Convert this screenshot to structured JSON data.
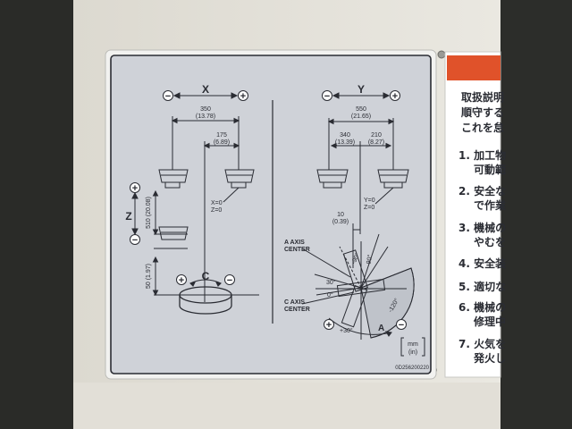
{
  "colors": {
    "panel": "#e6e4dc",
    "plate": "#cfd2d8",
    "plate_frame": "#ffffff",
    "ink": "#2a2c33",
    "warning_orange": "#e0522a"
  },
  "x_axis": {
    "label": "X",
    "minus": "−",
    "plus": "+",
    "dim_350_mm": "350",
    "dim_350_in": "(13.78)",
    "dim_175_mm": "175",
    "dim_175_in": "(6.89)",
    "zero_x": "X=0",
    "zero_z": "Z=0"
  },
  "z_axis": {
    "label": "Z",
    "plus": "+",
    "minus": "−",
    "dim_510": "510 (20.08)",
    "dim_50": "50 (1.97)"
  },
  "c_axis": {
    "label": "C",
    "plus": "+",
    "minus": "−"
  },
  "y_axis": {
    "label": "Y",
    "minus": "−",
    "plus": "+",
    "dim_550_mm": "550",
    "dim_550_in": "(21.65)",
    "dim_340_mm": "340",
    "dim_340_in": "(13.39)",
    "dim_210_mm": "210",
    "dim_210_in": "(8.27)",
    "zero_y": "Y=0",
    "zero_z": "Z=0",
    "dim_10_mm": "10",
    "dim_10_in": "(0.39)"
  },
  "a_axis": {
    "center_label_1": "A AXIS",
    "center_label_2": "CENTER",
    "c_center_1": "C AXIS",
    "c_center_2": "CENTER",
    "angle_30a": "30°",
    "angle_0": "0°",
    "angle_plus30": "+30°",
    "angle_neg90": "-90°",
    "angle_neg120": "-120°",
    "angle_minus120": "−120°",
    "axis_letter": "A",
    "plus": "+",
    "minus": "−"
  },
  "units": {
    "mm": "mm",
    "in": "(in)"
  },
  "part_number": "0D256200220",
  "warning_label": {
    "intro_1": "取扱説明",
    "intro_2": "順守する",
    "intro_3": "これを怠",
    "items": [
      "1. 加工物",
      "可動範",
      "2. 安全な",
      "で作業",
      "3. 機械の",
      "やむを",
      "4. 安全装",
      "5. 適切な",
      "6. 機械の",
      "修理中",
      "7. 火気を",
      "発火し"
    ]
  }
}
